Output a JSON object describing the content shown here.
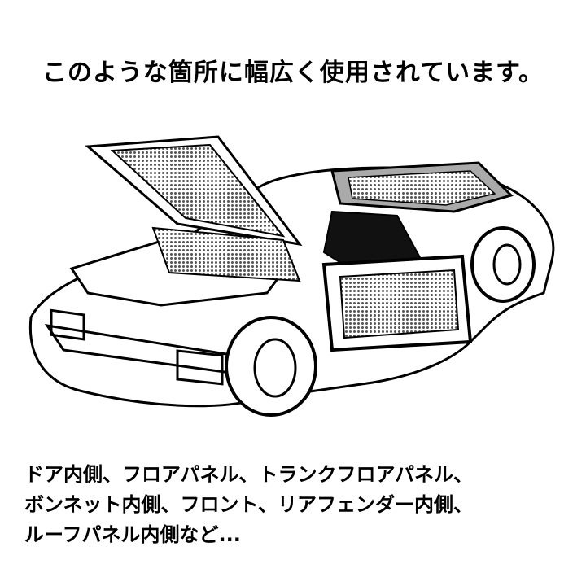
{
  "heading": "このような箇所に幅広く使用されています。",
  "caption_lines": [
    "ドア内側、フロアパネル、トランクフロアパネル、",
    "ボンネット内側、フロント、リアフェンダー内側、",
    "ルーフパネル内側など..."
  ],
  "colors": {
    "ink": "#000000",
    "mesh": "#7a7a7a",
    "background": "#ffffff"
  }
}
